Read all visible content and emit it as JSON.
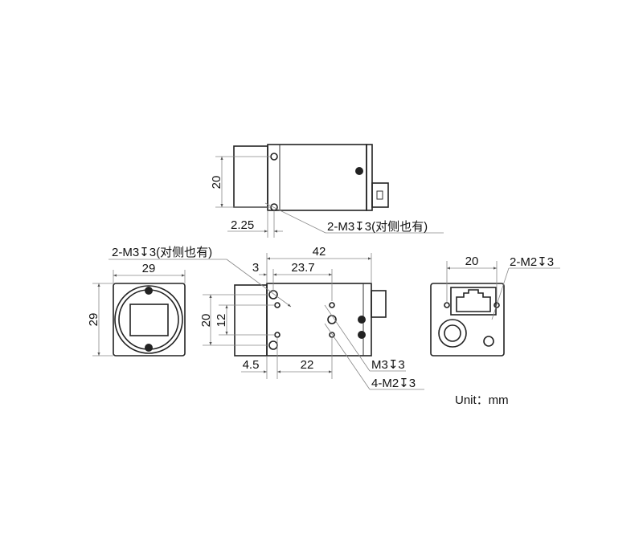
{
  "top_view": {
    "dim_height": "20",
    "dim_offset": "2.25",
    "note": "2-M3↧3(对侧也有)"
  },
  "front_view": {
    "dim_width": "29",
    "dim_height": "29"
  },
  "side_view": {
    "note_side": "2-M3↧3(对侧也有)",
    "dim_length": "42",
    "dim_3": "3",
    "dim_23_7": "23.7",
    "dim_20": "20",
    "dim_12": "12",
    "dim_4_5": "4.5",
    "dim_22": "22",
    "note_m3": "M3↧3",
    "note_m2": "4-M2↧3"
  },
  "back_view": {
    "dim_width": "20",
    "note": "2-M2↧3"
  },
  "unit": "Unit：mm"
}
